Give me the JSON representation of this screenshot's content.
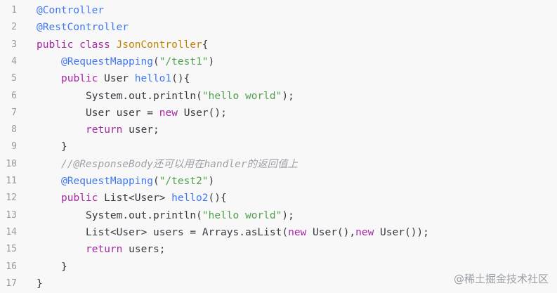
{
  "code_lines": [
    {
      "n": "1",
      "indent": 0,
      "tokens": [
        {
          "t": "@Controller",
          "c": "ann"
        }
      ]
    },
    {
      "n": "2",
      "indent": 0,
      "tokens": [
        {
          "t": "@RestController",
          "c": "ann"
        }
      ]
    },
    {
      "n": "3",
      "indent": 0,
      "tokens": [
        {
          "t": "public class ",
          "c": "kw"
        },
        {
          "t": "JsonController",
          "c": "cls"
        },
        {
          "t": "{",
          "c": ""
        }
      ]
    },
    {
      "n": "4",
      "indent": 1,
      "tokens": [
        {
          "t": "@RequestMapping",
          "c": "ann"
        },
        {
          "t": "(",
          "c": ""
        },
        {
          "t": "\"/test1\"",
          "c": "str"
        },
        {
          "t": ")",
          "c": ""
        }
      ]
    },
    {
      "n": "5",
      "indent": 1,
      "tokens": [
        {
          "t": "public ",
          "c": "kw"
        },
        {
          "t": "User ",
          "c": ""
        },
        {
          "t": "hello1",
          "c": "fn"
        },
        {
          "t": "(){",
          "c": ""
        }
      ]
    },
    {
      "n": "6",
      "indent": 2,
      "tokens": [
        {
          "t": "System.out.println(",
          "c": ""
        },
        {
          "t": "\"hello world\"",
          "c": "str"
        },
        {
          "t": ");",
          "c": ""
        }
      ]
    },
    {
      "n": "7",
      "indent": 2,
      "tokens": [
        {
          "t": "User user = ",
          "c": ""
        },
        {
          "t": "new ",
          "c": "kw"
        },
        {
          "t": "User();",
          "c": ""
        }
      ]
    },
    {
      "n": "8",
      "indent": 2,
      "tokens": [
        {
          "t": "return ",
          "c": "kw"
        },
        {
          "t": "user;",
          "c": ""
        }
      ]
    },
    {
      "n": "9",
      "indent": 1,
      "tokens": [
        {
          "t": "}",
          "c": ""
        }
      ]
    },
    {
      "n": "10",
      "indent": 1,
      "tokens": [
        {
          "t": "//@ResponseBody还可以用在handler的返回值上",
          "c": "cmt"
        }
      ]
    },
    {
      "n": "11",
      "indent": 1,
      "tokens": [
        {
          "t": "@RequestMapping",
          "c": "ann"
        },
        {
          "t": "(",
          "c": ""
        },
        {
          "t": "\"/test2\"",
          "c": "str"
        },
        {
          "t": ")",
          "c": ""
        }
      ]
    },
    {
      "n": "12",
      "indent": 1,
      "tokens": [
        {
          "t": "public ",
          "c": "kw"
        },
        {
          "t": "List<User> ",
          "c": ""
        },
        {
          "t": "hello2",
          "c": "fn"
        },
        {
          "t": "(){",
          "c": ""
        }
      ]
    },
    {
      "n": "13",
      "indent": 2,
      "tokens": [
        {
          "t": "System.out.println(",
          "c": ""
        },
        {
          "t": "\"hello world\"",
          "c": "str"
        },
        {
          "t": ");",
          "c": ""
        }
      ]
    },
    {
      "n": "14",
      "indent": 2,
      "tokens": [
        {
          "t": "List<User> users = Arrays.asList(",
          "c": ""
        },
        {
          "t": "new ",
          "c": "kw"
        },
        {
          "t": "User(),",
          "c": ""
        },
        {
          "t": "new ",
          "c": "kw"
        },
        {
          "t": "User());",
          "c": ""
        }
      ]
    },
    {
      "n": "15",
      "indent": 2,
      "tokens": [
        {
          "t": "return ",
          "c": "kw"
        },
        {
          "t": "users;",
          "c": ""
        }
      ]
    },
    {
      "n": "16",
      "indent": 1,
      "tokens": [
        {
          "t": "}",
          "c": ""
        }
      ]
    },
    {
      "n": "17",
      "indent": 0,
      "tokens": [
        {
          "t": "}",
          "c": ""
        }
      ]
    }
  ],
  "watermark": "@稀土掘金技术社区",
  "colors": {
    "background": "#f8f8f8",
    "keyword": "#a626a4",
    "string": "#50a14f",
    "comment": "#a0a1a7",
    "class": "#c18401",
    "annotation": "#4078f2"
  }
}
